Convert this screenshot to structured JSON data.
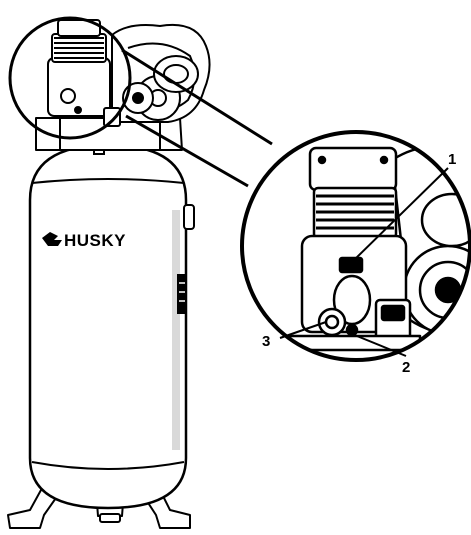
{
  "brand": {
    "name": "HUSKY"
  },
  "callouts": [
    {
      "number": "1",
      "part": "callout-1"
    },
    {
      "number": "2",
      "part": "callout-2"
    },
    {
      "number": "3",
      "part": "callout-3"
    }
  ],
  "colors": {
    "ink": "#000000",
    "background": "#ffffff",
    "shade": "#d9d9d9"
  }
}
